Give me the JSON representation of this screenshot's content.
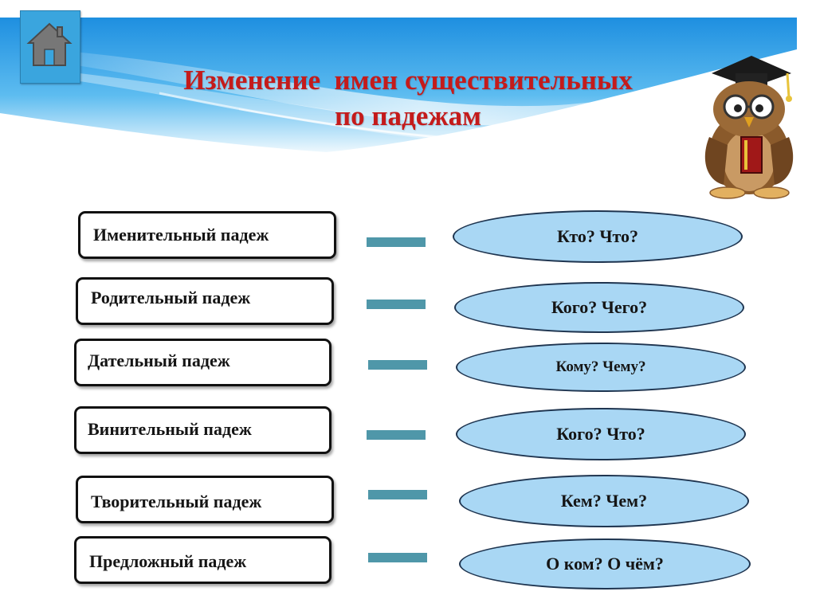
{
  "header": {
    "home_icon": "home-icon",
    "title_line1": "Изменение  имен существительных",
    "title_line2": "по падежам",
    "title_color": "#c41b1b",
    "banner_color": "#2d9ee6"
  },
  "mascot": {
    "icon": "owl-professor-icon"
  },
  "cases": [
    {
      "name": "Именительный падеж",
      "question": "Кто? Что?"
    },
    {
      "name": "Родительный падеж",
      "question": "Кого? Чего?"
    },
    {
      "name": "Дательный падеж",
      "question": "Кому? Чему?"
    },
    {
      "name": "Винительный падеж",
      "question": "Кого? Что?"
    },
    {
      "name": "Творительный падеж",
      "question": "Кем? Чем?"
    },
    {
      "name": "Предложный падеж",
      "question": "О ком? О чём?"
    }
  ]
}
